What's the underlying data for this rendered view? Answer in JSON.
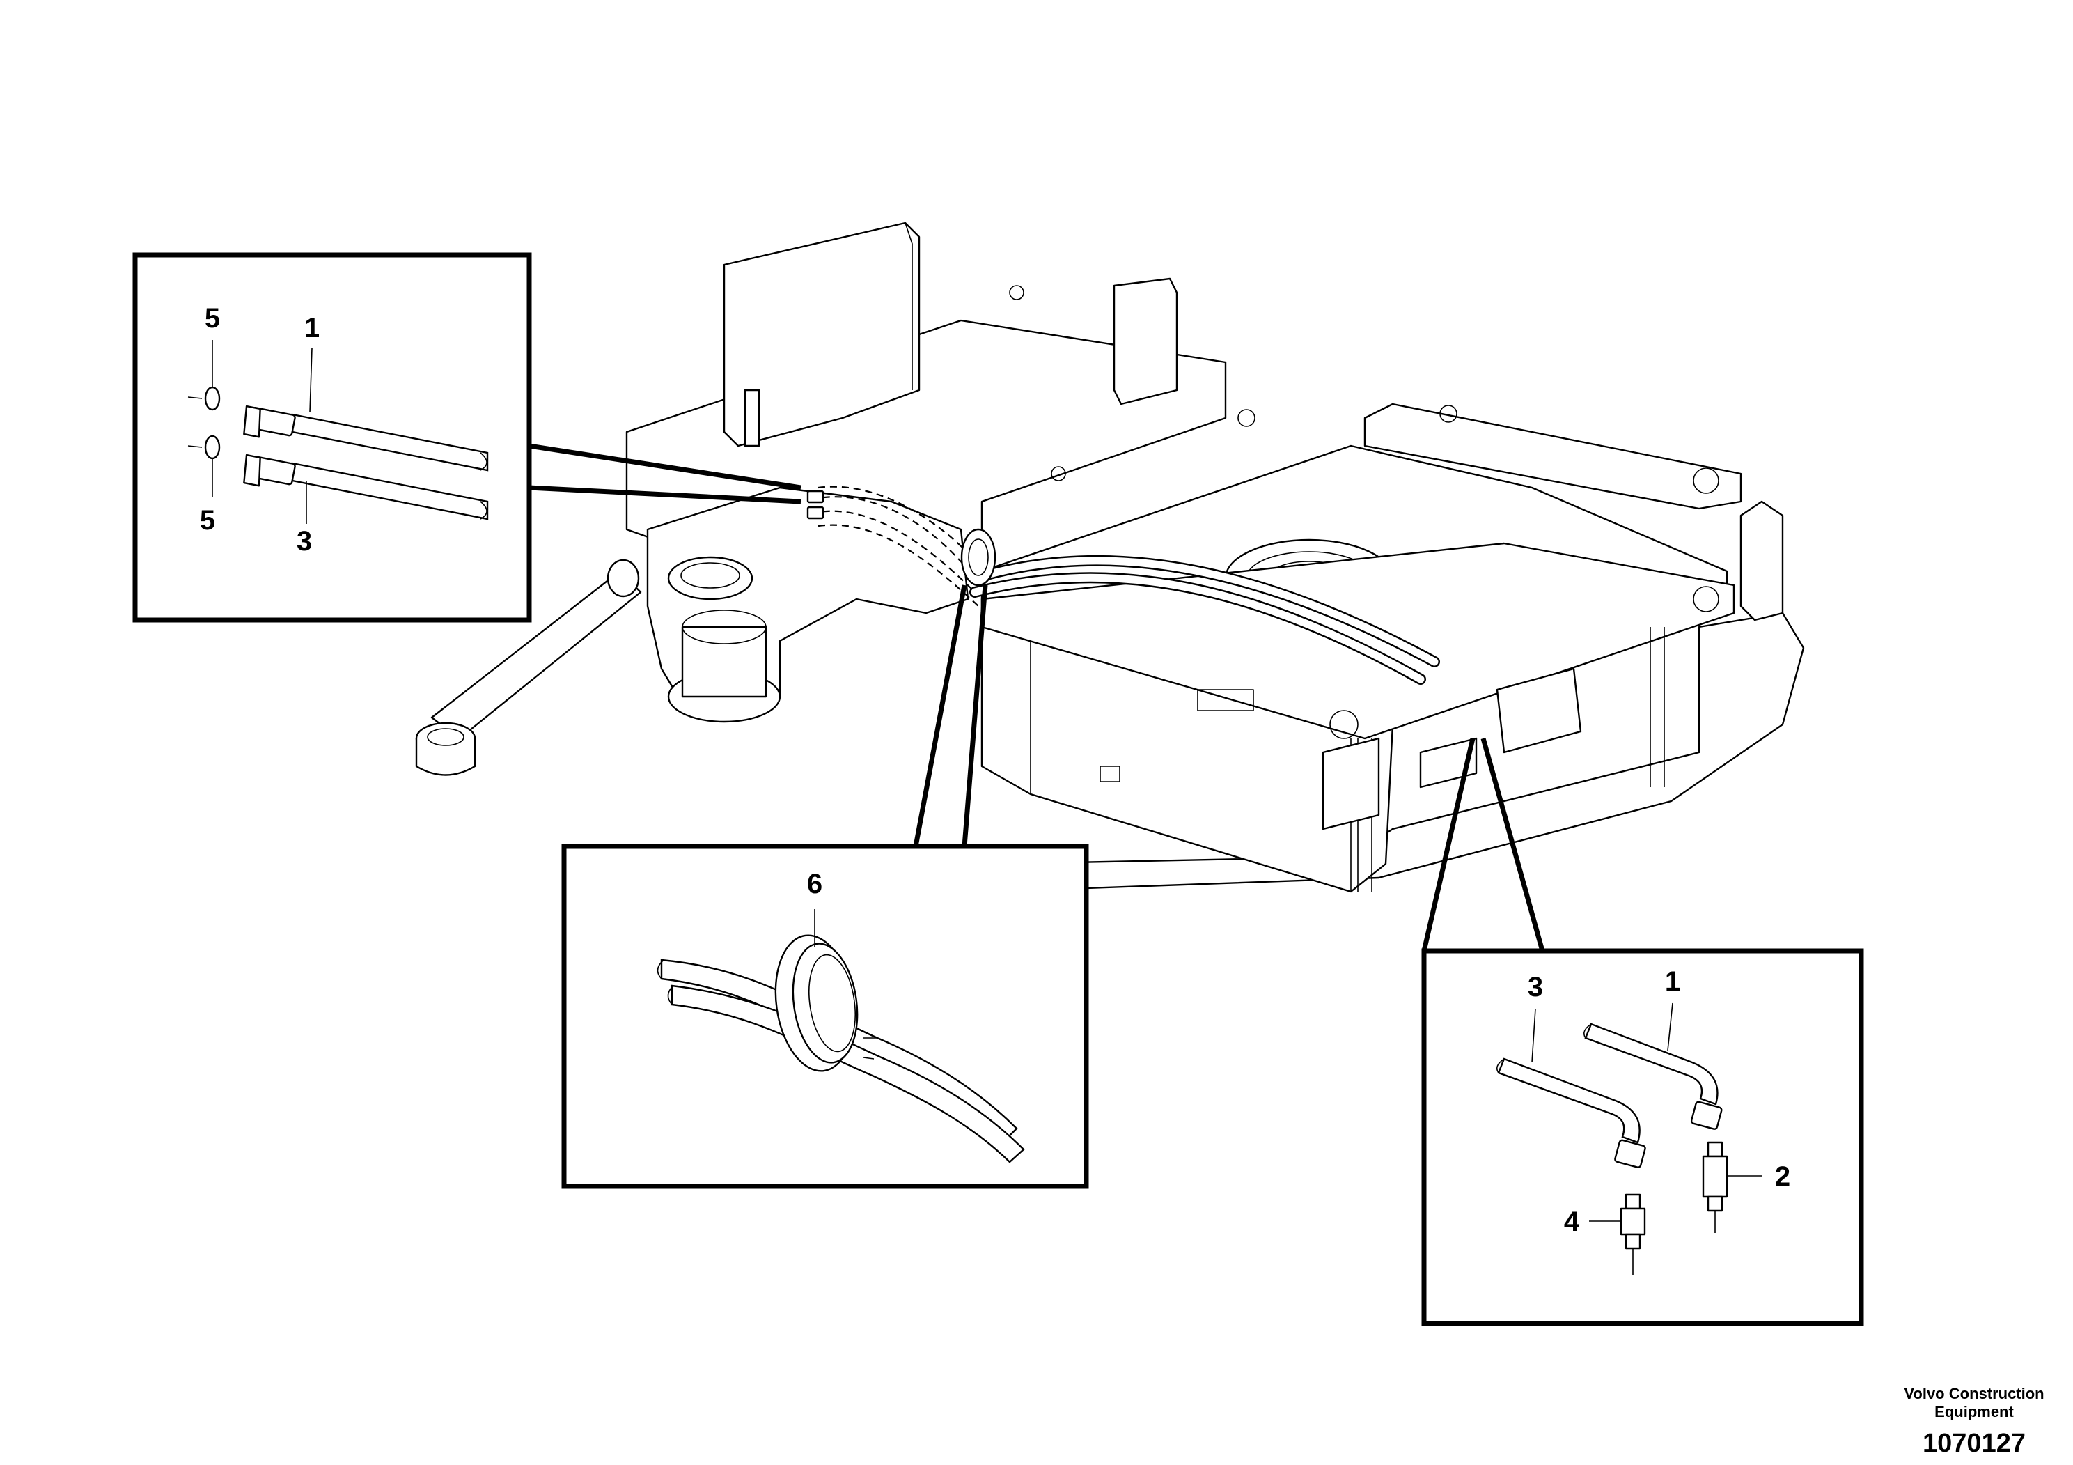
{
  "callouts": {
    "detail_hose_ends": {
      "top_ring": "5",
      "top_hose": "1",
      "bottom_ring": "5",
      "bottom_hose": "3"
    },
    "detail_grommet": {
      "grommet": "6"
    },
    "detail_connections": {
      "hose_left": "3",
      "hose_right": "1",
      "union_right": "2",
      "union_left": "4"
    }
  },
  "footer": {
    "company_line1": "Volvo Construction",
    "company_line2": "Equipment",
    "document_number": "1070127"
  }
}
